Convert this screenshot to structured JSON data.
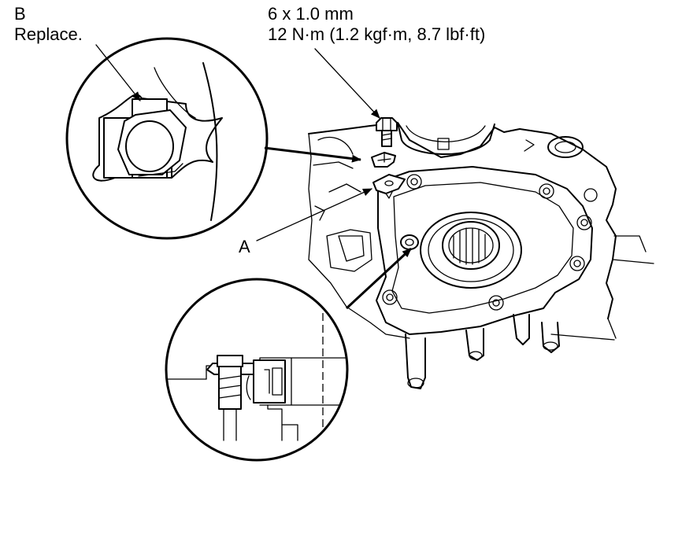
{
  "labels": {
    "callout_b": "B",
    "callout_b_note": "Replace.",
    "bolt_size": "6 x 1.0 mm",
    "bolt_torque": "12 N·m (1.2 kgf·m, 8.7 lbf·ft)",
    "callout_a": "A"
  }
}
